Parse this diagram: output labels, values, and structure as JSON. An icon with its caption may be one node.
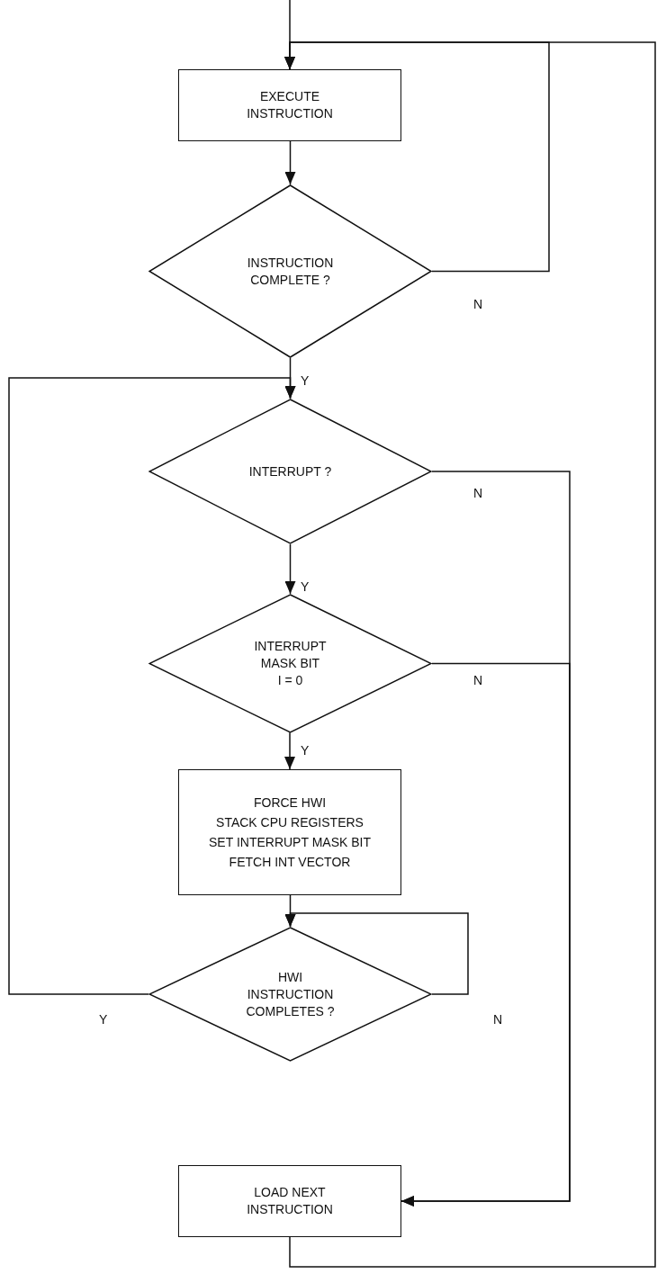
{
  "diagram": {
    "nodes": [
      {
        "text": [
          "EXECUTE INSTRUCTION"
        ]
      },
      {
        "text": [
          "INSTRUCTION COMPLETE ?"
        ]
      },
      {
        "text": [
          "INTERRUPT ?"
        ]
      },
      {
        "text": [
          "INTERRUPT MASK BIT",
          "I = 0"
        ]
      },
      {
        "text": [
          "FORCE HWI",
          "STACK CPU REGISTERS",
          "SET INTERRUPT MASK BIT",
          "FETCH INT VECTOR"
        ]
      },
      {
        "text": [
          "HWI INSTRUCTION COMPLETES ?"
        ]
      },
      {
        "text": [
          "LOAD NEXT INSTRUCTION"
        ]
      }
    ],
    "edges": [
      {
        "from": null,
        "to": 0,
        "arrow": "to"
      },
      {
        "from": 6,
        "to": 0,
        "arrow": "to"
      },
      {
        "from": 0,
        "to": 1,
        "arrow": "to"
      },
      {
        "from": 1,
        "to": 0,
        "arrow": "to",
        "label": "N"
      },
      {
        "from": 1,
        "to": 2,
        "arrow": "to",
        "label": "Y"
      },
      {
        "from": 2,
        "to": 3,
        "arrow": "to",
        "label": "Y"
      },
      {
        "from": 3,
        "to": 4,
        "arrow": "to",
        "label": "Y"
      },
      {
        "from": 2,
        "to": 6,
        "arrow": "to",
        "label": "N"
      },
      {
        "from": 3,
        "to": 6,
        "arrow": "to",
        "label": "N"
      },
      {
        "from": 4,
        "to": 5,
        "arrow": "to"
      },
      {
        "from": 5,
        "to": 5,
        "arrow": "to",
        "label": "N"
      },
      {
        "from": 5,
        "to": 2,
        "arrow": "to",
        "label": "Y"
      }
    ]
  }
}
